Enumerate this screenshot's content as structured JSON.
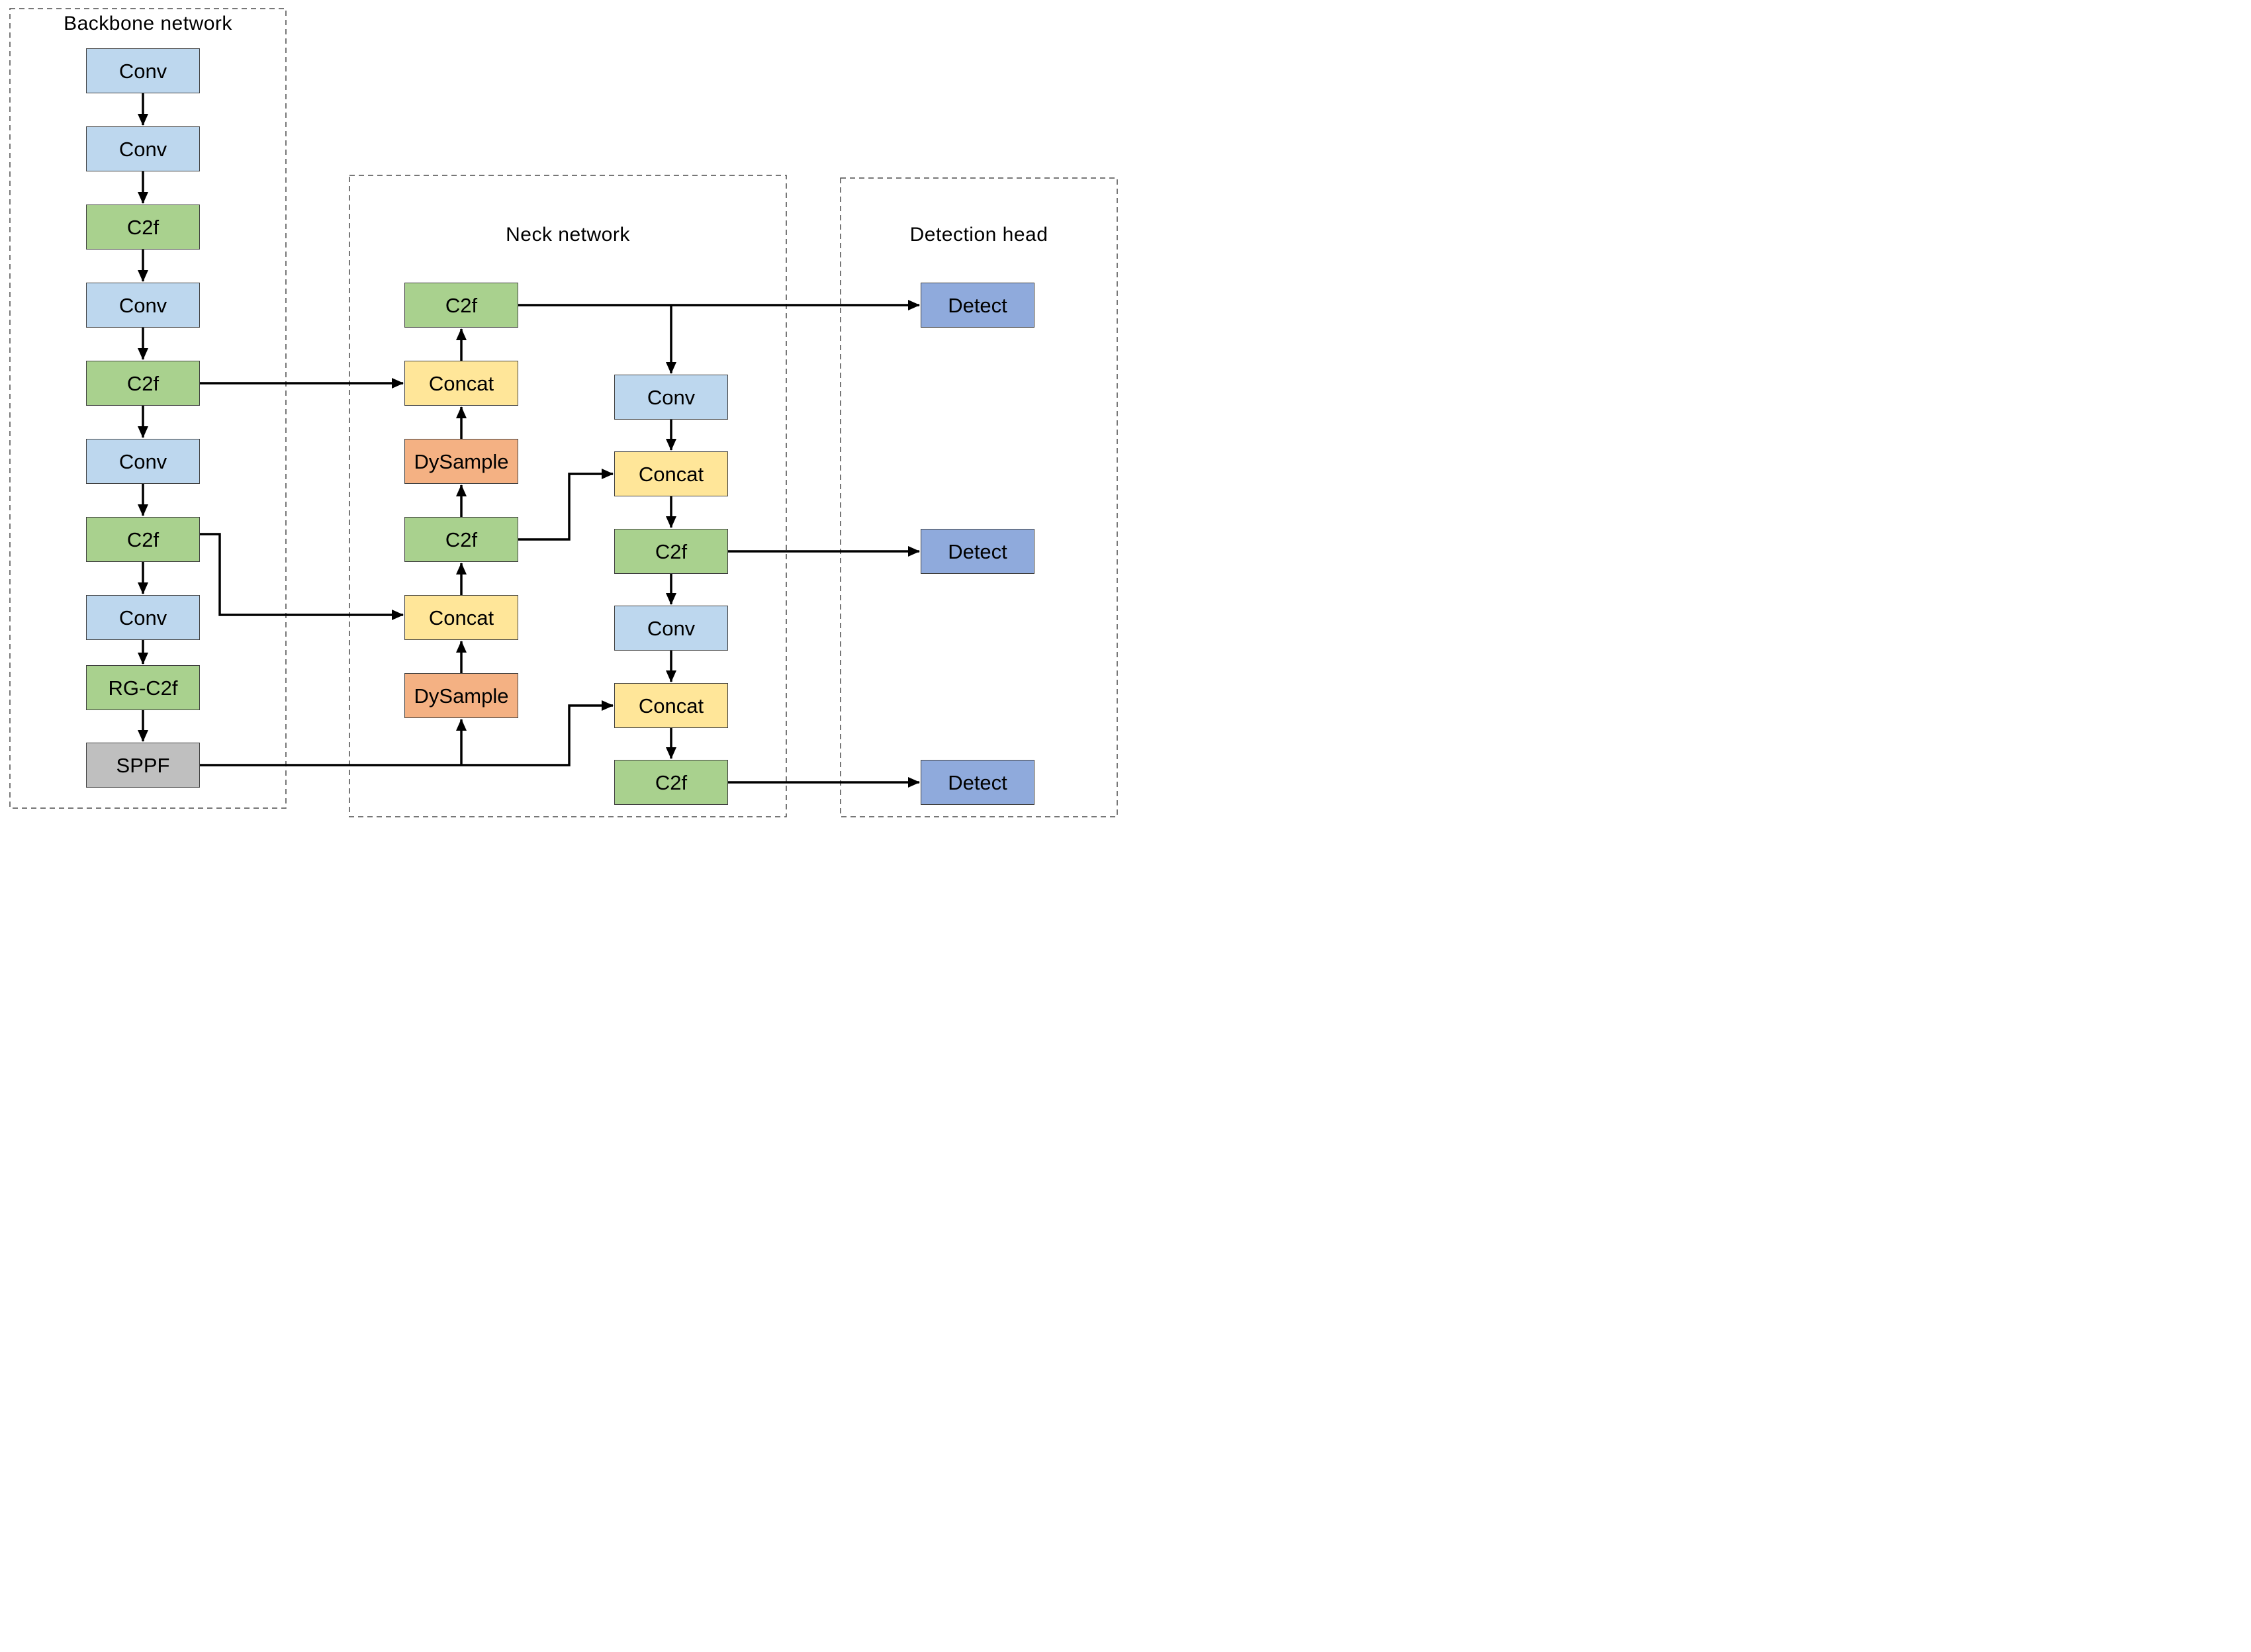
{
  "groups": {
    "backbone": {
      "title": "Backbone network",
      "nodes": [
        "Conv",
        "Conv",
        "C2f",
        "Conv",
        "C2f",
        "Conv",
        "C2f",
        "Conv",
        "RG-C2f",
        "SPPF"
      ]
    },
    "neck": {
      "title": "Neck network",
      "left_column": [
        "C2f",
        "Concat",
        "DySample",
        "C2f",
        "Concat",
        "DySample"
      ],
      "right_column": [
        "Conv",
        "Concat",
        "C2f",
        "Conv",
        "Concat",
        "C2f"
      ]
    },
    "detection": {
      "title": "Detection head",
      "nodes": [
        "Detect",
        "Detect",
        "Detect"
      ]
    }
  },
  "edges": {
    "backbone_chain": "Conv → Conv → C2f → Conv → C2f → Conv → C2f → Conv → RG-C2f → SPPF",
    "neck_upsample_path": "SPPF → DySample → Concat → C2f → DySample → Concat → C2f",
    "neck_downsample_path": "C2f(top) → Conv → Concat → C2f → Conv → Concat → C2f",
    "skip_connections": [
      "backbone C2f (stage 5) → neck Concat (upper left)",
      "backbone C2f (stage 7) → neck Concat (lower left)",
      "SPPF → neck Concat (right column, lower)",
      "neck C2f (middle left) → neck Concat (right column, upper)"
    ],
    "detect_inputs": [
      "neck C2f (top) → Detect",
      "neck C2f (right column, middle) → Detect",
      "neck C2f (right column, bottom) → Detect"
    ]
  },
  "colors": {
    "conv_fill": "#BDD7EE",
    "c2f_fill": "#A9D18E",
    "concat_fill": "#FFE699",
    "dysample_fill": "#F4B183",
    "sppf_fill": "#BFBFBF",
    "detect_fill": "#8FAADC",
    "box_border": "#3F3F3F",
    "arrow": "#000000",
    "group_border": "#4A4A4A",
    "background": "#FFFFFF"
  }
}
